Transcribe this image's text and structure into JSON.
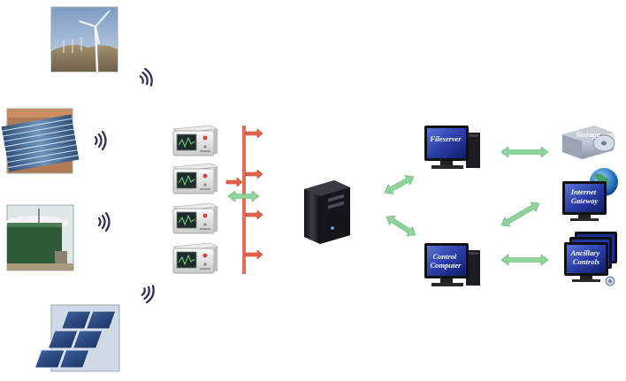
{
  "nodes": {
    "fileserver": "Fileserver",
    "control_computer": [
      "Control",
      "Computer"
    ],
    "storage": "Storage",
    "internet_gateway": [
      "Internet",
      "Gateway"
    ],
    "ancillary_controls": [
      "Ancillary",
      "Controls"
    ]
  },
  "colors": {
    "bus": "#e46a5a",
    "data_arrow": "#e8604a",
    "link_arrow": "#8fd49a",
    "wireless": "#2a2a5a",
    "screen_blue": "#2a3ea8",
    "server_dark": "#1c1c24"
  }
}
